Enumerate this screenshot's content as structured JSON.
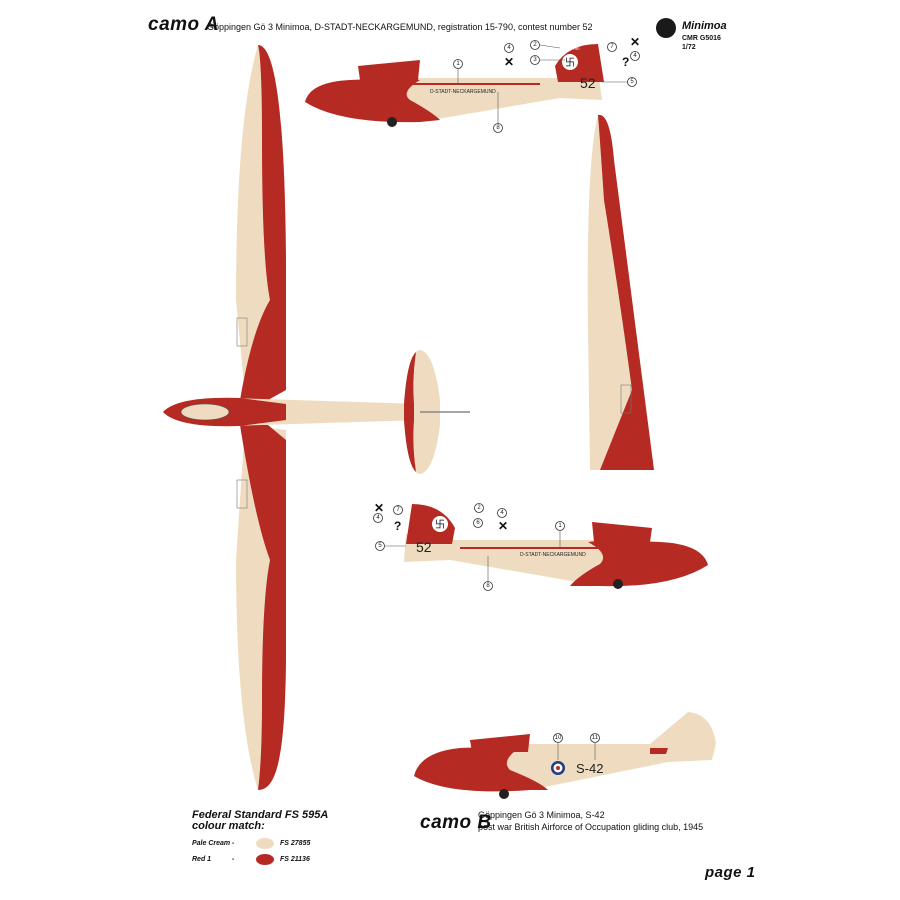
{
  "brand": {
    "name": "Minimoa",
    "code": "CMR G5016",
    "scale": "1/72"
  },
  "camo_a": {
    "label": "camo A",
    "caption": "Göppingen Gö 3 Minimoa, D-STADT-NECKARGEMUND, registration 15-790, contest number 52",
    "fuselage_text": "D-STADT-NECKARGEMUND",
    "contest_number": "52",
    "fin_text": "15-790"
  },
  "camo_b": {
    "label": "camo B",
    "caption_line1": "Göppingen Gö 3 Minimoa, S-42",
    "caption_line2": "post war British Airforce of Occupation gliding club, 1945",
    "code": "S-42"
  },
  "legend": {
    "title_line1": "Federal Standard FS 595A",
    "title_line2": "colour match:",
    "items": [
      {
        "name": "Pale Cream",
        "dash": "-",
        "code": "FS 27855",
        "color": "#efdcc0"
      },
      {
        "name": "Red 1",
        "dash": "-",
        "code": "FS 21136",
        "color": "#b52a23"
      }
    ]
  },
  "callouts": [
    "1",
    "2",
    "3",
    "4",
    "5",
    "6",
    "7",
    "8",
    "10",
    "11"
  ],
  "callout_marks": {
    "x": "✕",
    "question": "?"
  },
  "page_label": "page 1",
  "colors": {
    "cream": "#efdcc0",
    "red": "#b52a23",
    "dark": "#3a3a3a"
  }
}
